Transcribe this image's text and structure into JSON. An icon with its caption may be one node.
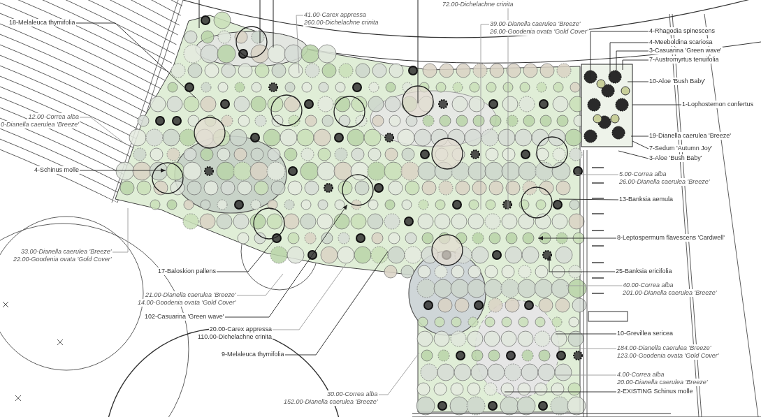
{
  "diagram": {
    "nodes": [
      {
        "text": [
          "18-Melaleuca thymifolia"
        ]
      },
      {
        "text": [
          "41.00-Carex appressa",
          "260.00-Dichelachne crinita"
        ]
      },
      {
        "text": [
          "72.00-Dichelachne crinita"
        ]
      },
      {
        "text": [
          "39.00-Dianella caerulea 'Breeze'",
          "26.00-Goodenia ovata 'Gold Cover'"
        ]
      },
      {
        "text": [
          "4-Rhagodia spinescens"
        ]
      },
      {
        "text": [
          "4-Meeboldina scariosa"
        ]
      },
      {
        "text": [
          "3-Casuarina 'Green wave'"
        ]
      },
      {
        "text": [
          "7-Austromyrtus tenuifolia"
        ]
      },
      {
        "text": [
          "10-Aloe 'Bush Baby'"
        ]
      },
      {
        "text": [
          "1-Lophostemon confertus"
        ]
      },
      {
        "text": [
          "19-Dianella caerulea 'Breeze'"
        ]
      },
      {
        "text": [
          "7-Sedum 'Autumn Joy'"
        ]
      },
      {
        "text": [
          "3-Aloe 'Bush Baby'"
        ]
      },
      {
        "text": [
          "5.00-Correa alba",
          "26.00-Dianella caerulea 'Breeze'"
        ]
      },
      {
        "text": [
          "13-Banksia aemula"
        ]
      },
      {
        "text": [
          "8-Leptospermum flavescens 'Cardwell'"
        ]
      },
      {
        "text": [
          "25-Banksia ericifolia"
        ]
      },
      {
        "text": [
          "40.00-Correa alba",
          "201.00-Dianella caerulea 'Breeze'"
        ]
      },
      {
        "text": [
          "10-Grevillea sericea"
        ]
      },
      {
        "text": [
          "184.00-Dianella caerulea 'Breeze'",
          "123.00-Goodenia ovata 'Gold Cover'"
        ]
      },
      {
        "text": [
          "4.00-Correa alba",
          "20.00-Dianella caerulea 'Breeze'"
        ]
      },
      {
        "text": [
          "2-EXISTING Schinus molle"
        ]
      },
      {
        "text": [
          "12.00-Correa alba",
          "0-Dianella caerulea 'Breeze'"
        ]
      },
      {
        "text": [
          "4-Schinus molle"
        ]
      },
      {
        "text": [
          "33.00-Dianella caerulea 'Breeze'",
          "22.00-Goodenia ovata 'Gold Cover'"
        ]
      },
      {
        "text": [
          "17-Baloskion pallens"
        ]
      },
      {
        "text": [
          "21.00-Dianella caerulea 'Breeze'",
          "14.00-Goodenia ovata 'Gold Cover'"
        ]
      },
      {
        "text": [
          "102-Casuarina 'Green wave'"
        ]
      },
      {
        "text": [
          "20.00-Carex appressa",
          "110.00-Dichelachne crinita"
        ]
      },
      {
        "text": [
          "9-Melaleuca thymifolia"
        ]
      },
      {
        "text": [
          "30.00-Correa alba",
          "152.00-Dianella caerulea 'Breeze'"
        ]
      }
    ],
    "edges": [
      {
        "from": 0,
        "to": null,
        "arrow": "none"
      },
      {
        "from": 1,
        "to": null,
        "arrow": "none",
        "color": "#9a9a9a"
      },
      {
        "from": 2,
        "to": null,
        "arrow": "none",
        "color": "#9a9a9a"
      },
      {
        "from": 3,
        "to": null,
        "arrow": "none",
        "color": "#9a9a9a"
      },
      {
        "from": 4,
        "to": null,
        "arrow": "none"
      },
      {
        "from": 5,
        "to": null,
        "arrow": "none"
      },
      {
        "from": 6,
        "to": null,
        "arrow": "none"
      },
      {
        "from": 7,
        "to": null,
        "arrow": "none"
      },
      {
        "from": 8,
        "to": null,
        "arrow": "none"
      },
      {
        "from": 9,
        "to": null,
        "arrow": "none"
      },
      {
        "from": 10,
        "to": null,
        "arrow": "none"
      },
      {
        "from": 11,
        "to": null,
        "arrow": "none"
      },
      {
        "from": 12,
        "to": null,
        "arrow": "none"
      },
      {
        "from": 13,
        "to": null,
        "arrow": "none",
        "color": "#9a9a9a"
      },
      {
        "from": 14,
        "to": null,
        "arrow": "none"
      },
      {
        "from": 15,
        "to": null,
        "arrow": "to"
      },
      {
        "from": 16,
        "to": null,
        "arrow": "to"
      },
      {
        "from": 17,
        "to": null,
        "arrow": "none",
        "color": "#9a9a9a"
      },
      {
        "from": 18,
        "to": null,
        "arrow": "none"
      },
      {
        "from": 19,
        "to": null,
        "arrow": "none",
        "color": "#9a9a9a"
      },
      {
        "from": 20,
        "to": null,
        "arrow": "none",
        "color": "#9a9a9a"
      },
      {
        "from": 21,
        "to": null,
        "arrow": "none"
      },
      {
        "from": 22,
        "to": null,
        "arrow": "none",
        "color": "#9a9a9a"
      },
      {
        "from": 23,
        "to": null,
        "arrow": "to"
      },
      {
        "from": 24,
        "to": null,
        "arrow": "none",
        "color": "#9a9a9a"
      },
      {
        "from": 25,
        "to": null,
        "arrow": "none"
      },
      {
        "from": 26,
        "to": null,
        "arrow": "none",
        "color": "#9a9a9a"
      },
      {
        "from": 27,
        "to": null,
        "arrow": "to"
      },
      {
        "from": 28,
        "to": null,
        "arrow": "none",
        "color": "#9a9a9a"
      },
      {
        "from": 29,
        "to": null,
        "arrow": "none"
      },
      {
        "from": 30,
        "to": null,
        "arrow": "none",
        "color": "#9a9a9a"
      }
    ]
  }
}
